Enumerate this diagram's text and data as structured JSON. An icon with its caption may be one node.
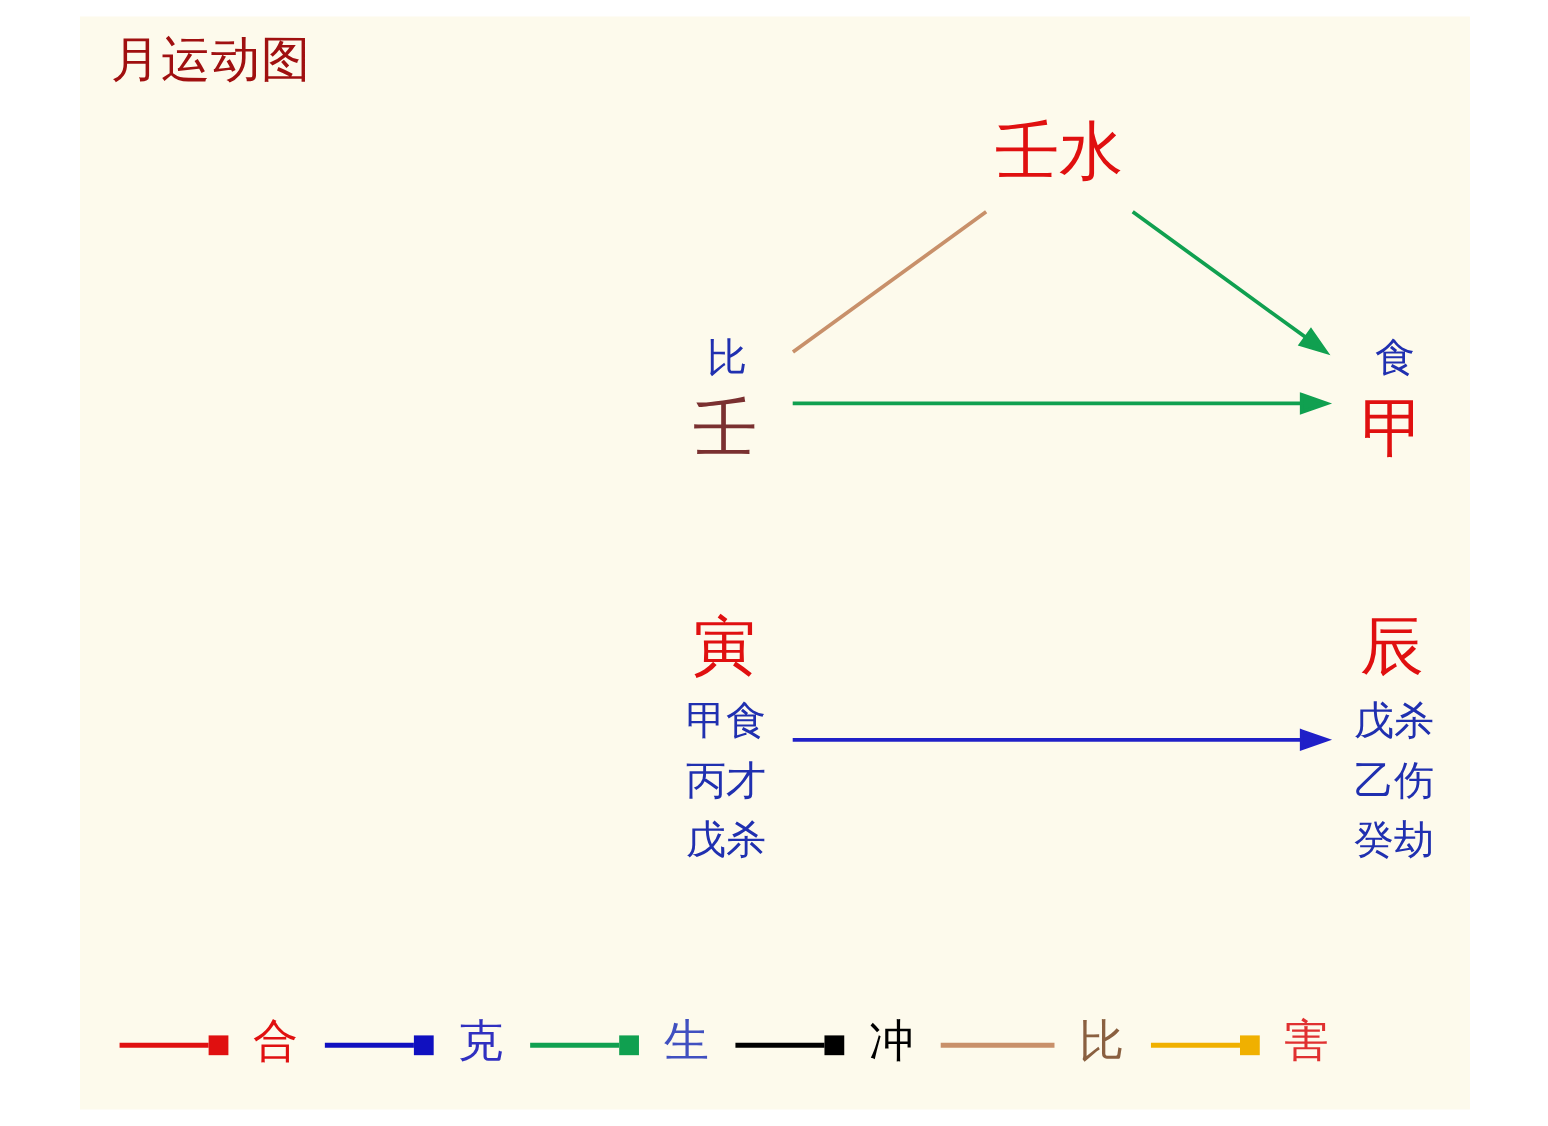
{
  "diagram": {
    "title": "月运动图",
    "nodes": [
      {
        "text": [
          "壬水"
        ]
      },
      {
        "text": [
          "壬"
        ],
        "beside": [
          "比"
        ]
      },
      {
        "text": [
          "甲"
        ],
        "beside": [
          "食"
        ]
      },
      {
        "text": [
          "寅"
        ],
        "beside": [
          "甲食",
          "丙才",
          "戊杀"
        ]
      },
      {
        "text": [
          "辰"
        ],
        "beside": [
          "戊杀",
          "乙伤",
          "癸劫"
        ]
      }
    ],
    "edges": [
      {
        "from": 0,
        "to": 1,
        "arrow": "none",
        "color": "#c8906a"
      },
      {
        "from": 0,
        "to": 2,
        "arrow": "to"
      },
      {
        "from": 1,
        "to": 2,
        "arrow": "to"
      },
      {
        "from": 3,
        "to": 4,
        "arrow": "to",
        "color": "#2020c8"
      }
    ],
    "legend": [
      {
        "text": "合",
        "color": "#e01010"
      },
      {
        "text": "克",
        "color": "#1010c0"
      },
      {
        "text": "生",
        "color": "#10a050"
      },
      {
        "text": "冲",
        "color": "#000000"
      },
      {
        "text": "比",
        "color": "#c8906a"
      },
      {
        "text": "害",
        "color": "#f0b000"
      }
    ]
  }
}
